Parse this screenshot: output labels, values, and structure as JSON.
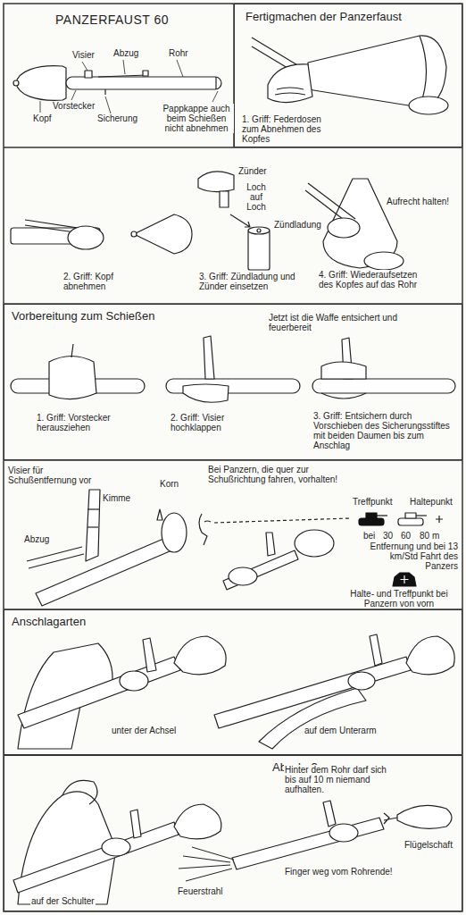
{
  "diagram": {
    "title": "PANZERFAUST 60",
    "nodes": [
      {
        "text": [
          "Fertigmachen der Panzerfaust"
        ]
      },
      {
        "text": [
          "Vorbereitung zum Schießen"
        ]
      },
      {
        "text": [
          "Anschlagarten"
        ]
      },
      {
        "text": [
          "Abschuß"
        ]
      }
    ],
    "labels": [
      "Visier",
      "Abzug",
      "Rohr",
      "Vorstecker",
      "Kopf",
      "Sicherung",
      "Pappkappe auch beim Schießen nicht abnehmen",
      "1. Griff: Federdosen zum Abnehmen des Kopfes",
      "Zünder",
      "Loch auf Loch",
      "Zündladung",
      "Aufrecht halten!",
      "2. Griff: Kopf abnehmen",
      "3. Griff: Zündladung und Zünder einsetzen",
      "4. Griff: Wiederaufsetzen des Kopfes auf das Rohr",
      "Jetzt ist die Waffe entsichert und feuerbereit",
      "1. Griff: Vorstecker herausziehen",
      "2. Griff: Visier hochklappen",
      "3. Griff: Entsichern durch Vorschieben des Sicherungsstiftes mit beiden Daumen bis zum Anschlag",
      "Visier für Schußentfernung vor",
      "Kimme",
      "Korn",
      "Abzug",
      "Bei Panzern, die quer zur Schußrichtung fahren, vorhalten!",
      "Treffpunkt",
      "Haltepunkt",
      "bei",
      "30",
      "60",
      "80 m",
      "Entfernung und bei 13 km/Std Fahrt des Panzers",
      "Halte- und Treffpunkt bei Panzern von vorn",
      "unter der Achsel",
      "auf dem Unterarm",
      "auf der Schulter",
      "Hinter dem Rohr darf sich bis auf 10 m niemand aufhalten.",
      "Flügelschaft",
      "Finger weg vom Rohrende!",
      "Feuerstrahl"
    ]
  }
}
